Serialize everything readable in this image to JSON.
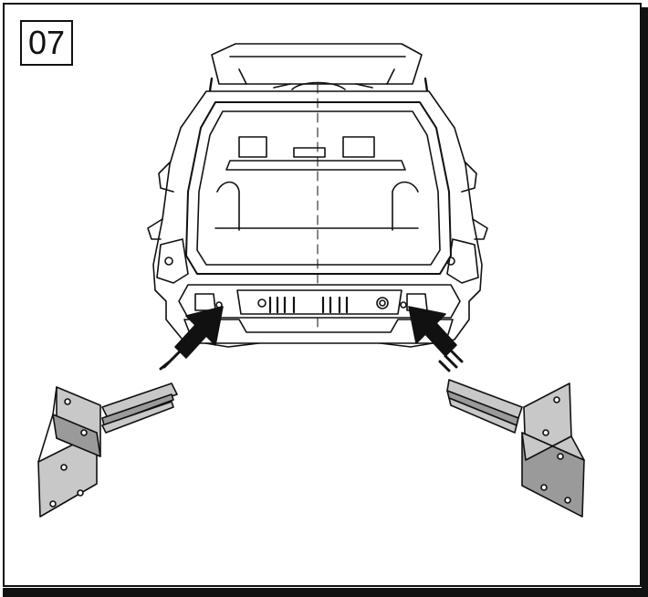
{
  "step": {
    "number": "07"
  },
  "colors": {
    "line": "#111111",
    "bracket_fill": "#c8c8c8",
    "bracket_shade": "#9a9a9a",
    "background": "#ffffff"
  },
  "icons": [
    "car-rear-illustration",
    "insert-arrow-left",
    "insert-arrow-right",
    "mounting-bracket-left",
    "mounting-bracket-right"
  ]
}
